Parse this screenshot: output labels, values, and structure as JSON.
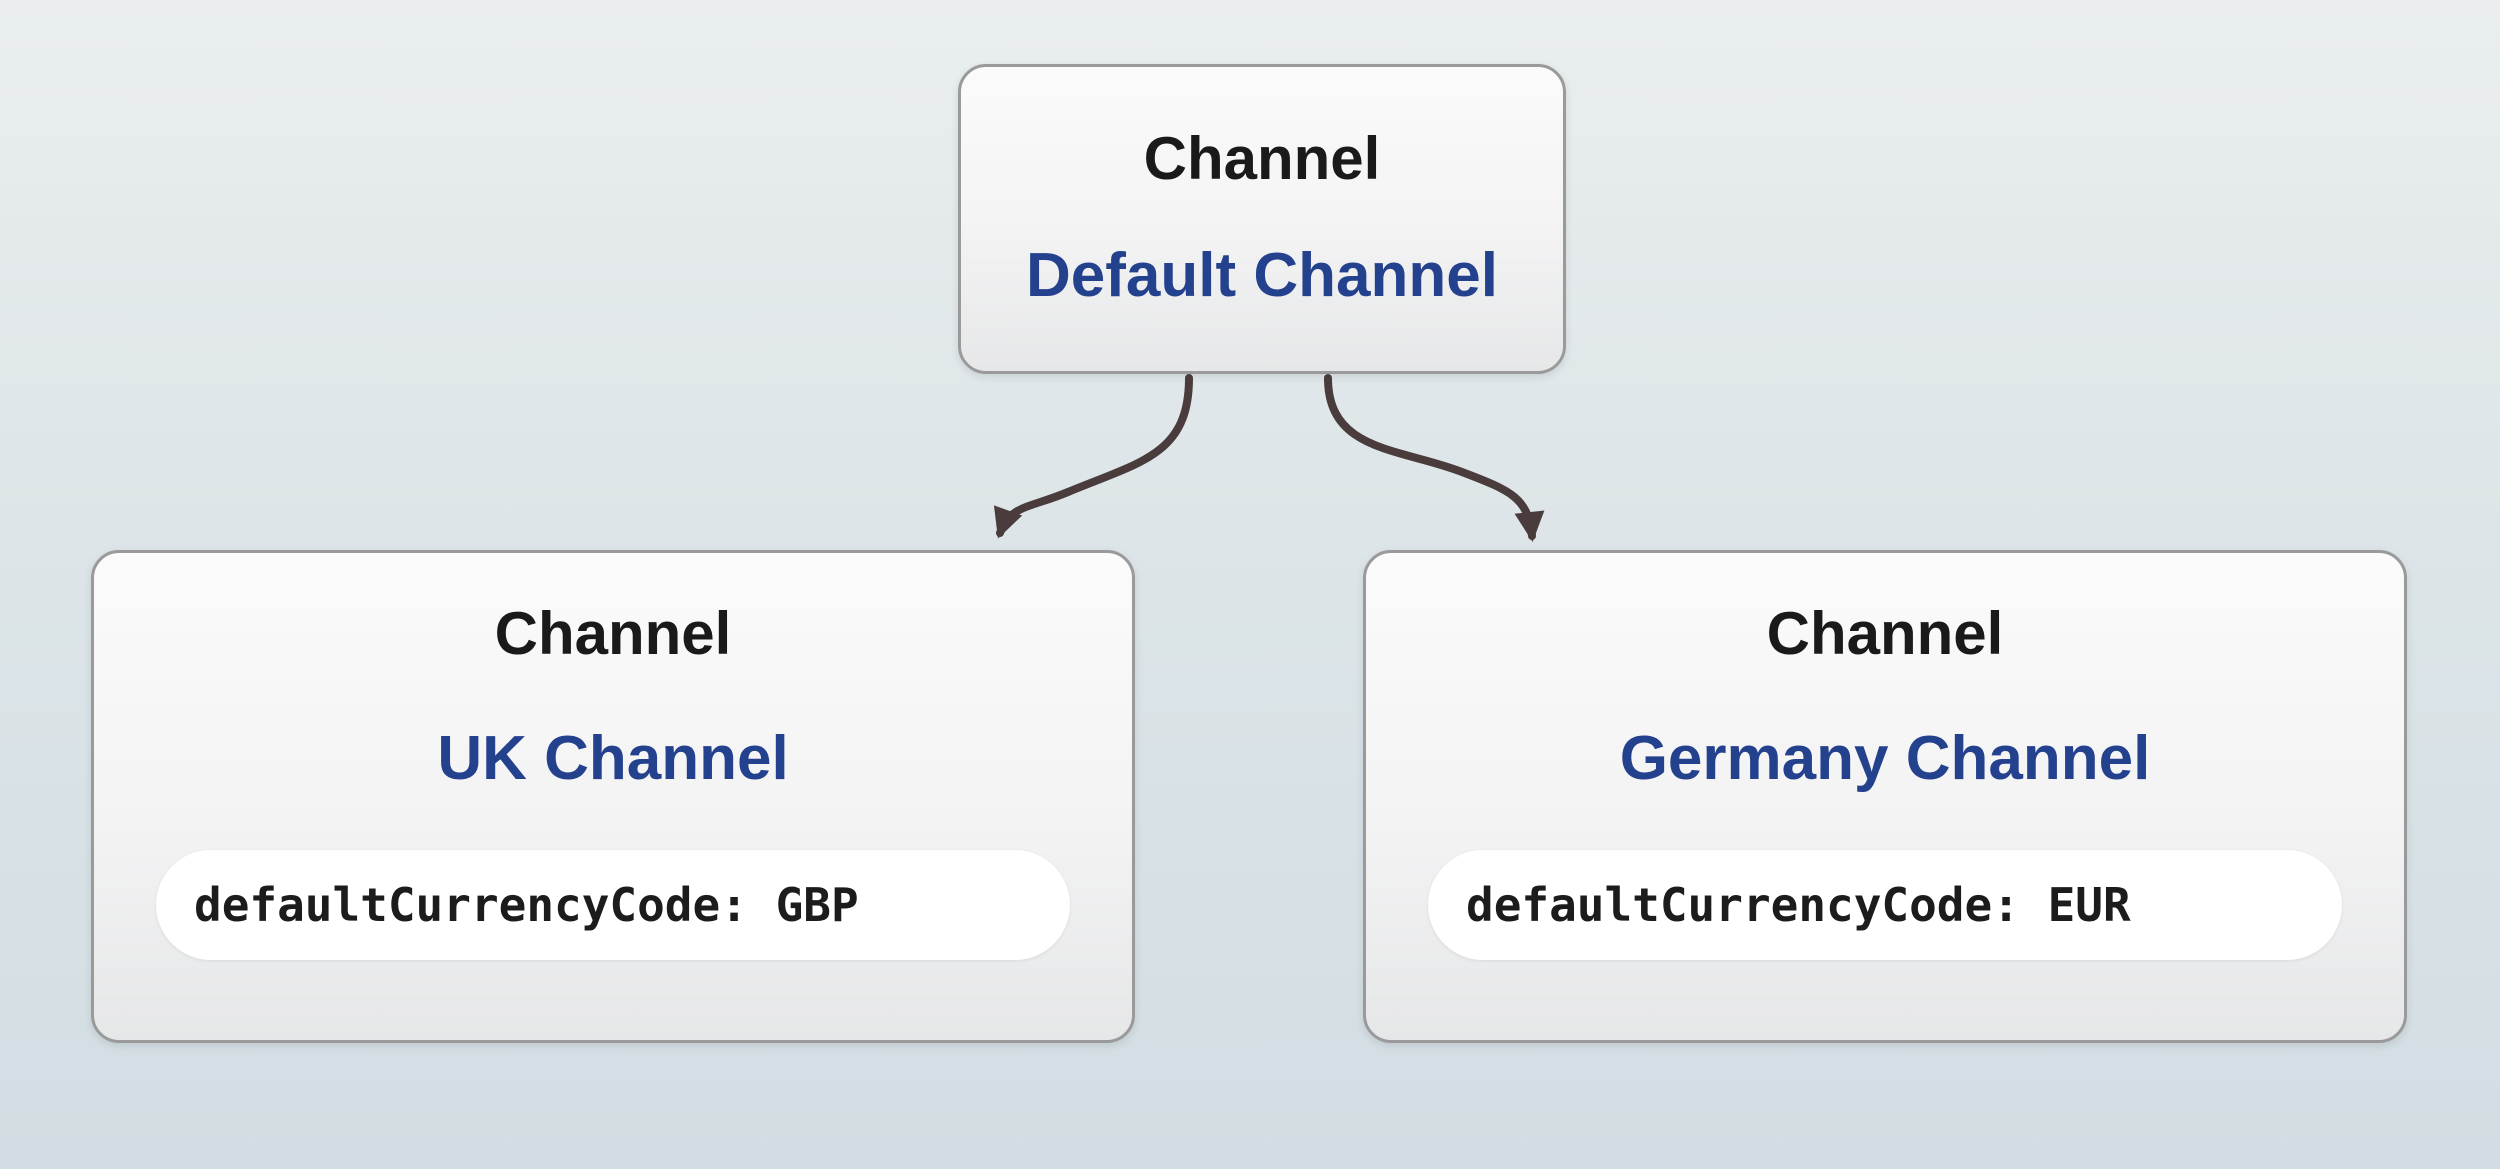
{
  "diagram": {
    "root": {
      "title": "Channel",
      "subtitle": "Default Channel"
    },
    "children": [
      {
        "title": "Channel",
        "subtitle": "UK Channel",
        "code": "defaultCurrencyCode: GBP"
      },
      {
        "title": "Channel",
        "subtitle": "Germany Channel",
        "code": "defaultCurrencyCode: EUR"
      }
    ]
  },
  "colors": {
    "node_title": "#1a1a1a",
    "node_subtitle": "#24418e",
    "connector_arrow": "#4a3c3c",
    "node_border": "#9a9a9a",
    "code_pill_background": "#ffffff",
    "background_top": "#eaeeef",
    "background_bottom": "#d2dde3"
  }
}
